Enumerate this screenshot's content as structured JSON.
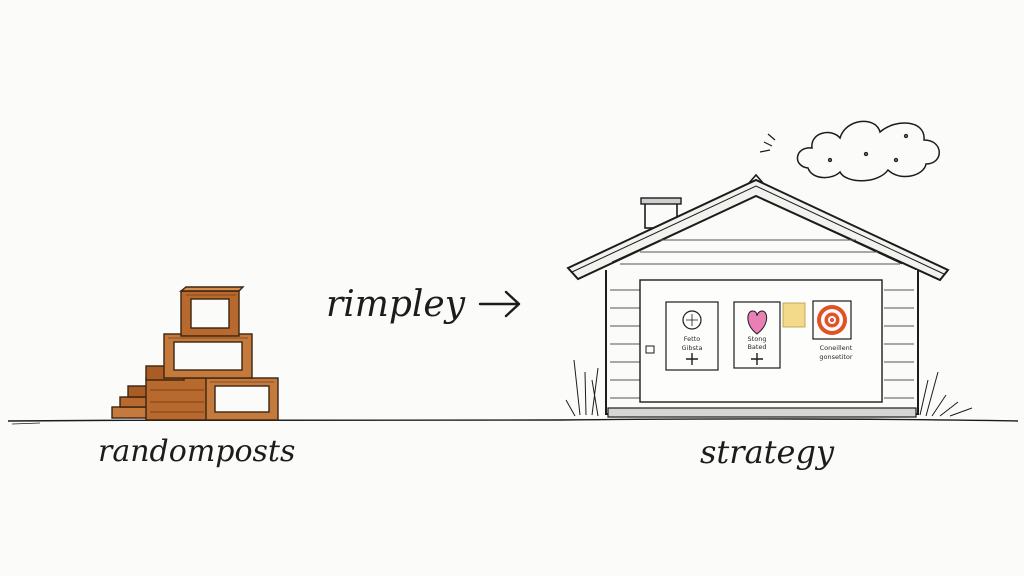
{
  "labels": {
    "left": "randomposts",
    "middle": "rimpley",
    "right": "strategy"
  },
  "poster_cards": [
    {
      "line1": "Fetto",
      "line2": "Gibsta"
    },
    {
      "line1": "Stong",
      "line2": "Bated"
    },
    {
      "line1": "Coneillent",
      "line2": "gonsetitor"
    }
  ],
  "colors": {
    "ink": "#1c1c1c",
    "wood": "#b86a2e",
    "wood_dark": "#7a4016",
    "heart": "#e97fb4",
    "target": "#e0532a",
    "sticky_note": "#f3d98a",
    "background": "#fbfbf9"
  },
  "icons": [
    "arrow-right-icon",
    "cloud-icon",
    "heart-icon",
    "target-icon",
    "plus-icon"
  ]
}
